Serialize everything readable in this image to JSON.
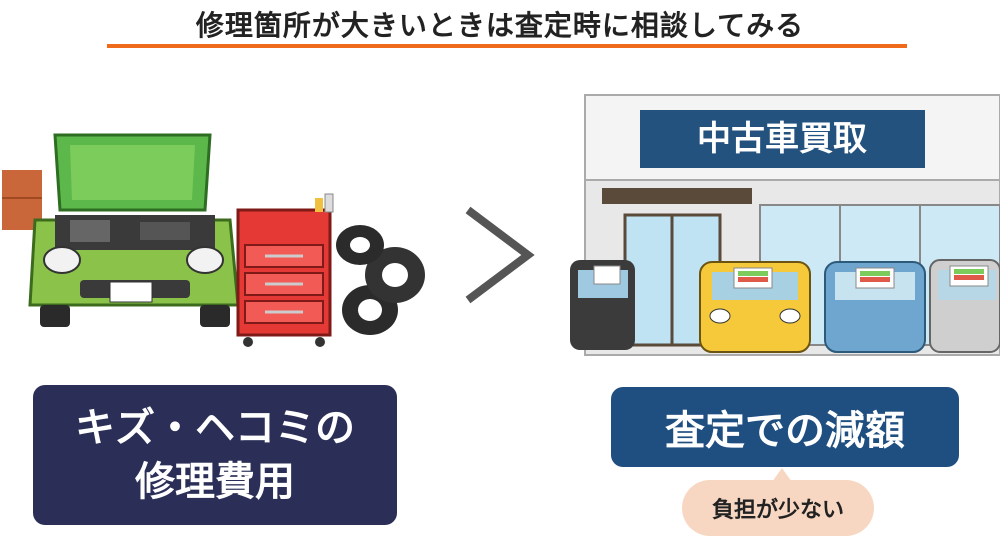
{
  "title": "修理箇所が大きいときは査定時に相談してみる",
  "shop_sign": "中古車買取",
  "left_box": {
    "line1": "キズ・ヘコミの",
    "line2": "修理費用"
  },
  "right_box": "査定での減額",
  "bubble": "負担が少ない",
  "colors": {
    "accent": "#f06a1b",
    "left_box": "#2b2f57",
    "right_box": "#1f4e80",
    "bubble": "#f7d7c2"
  }
}
